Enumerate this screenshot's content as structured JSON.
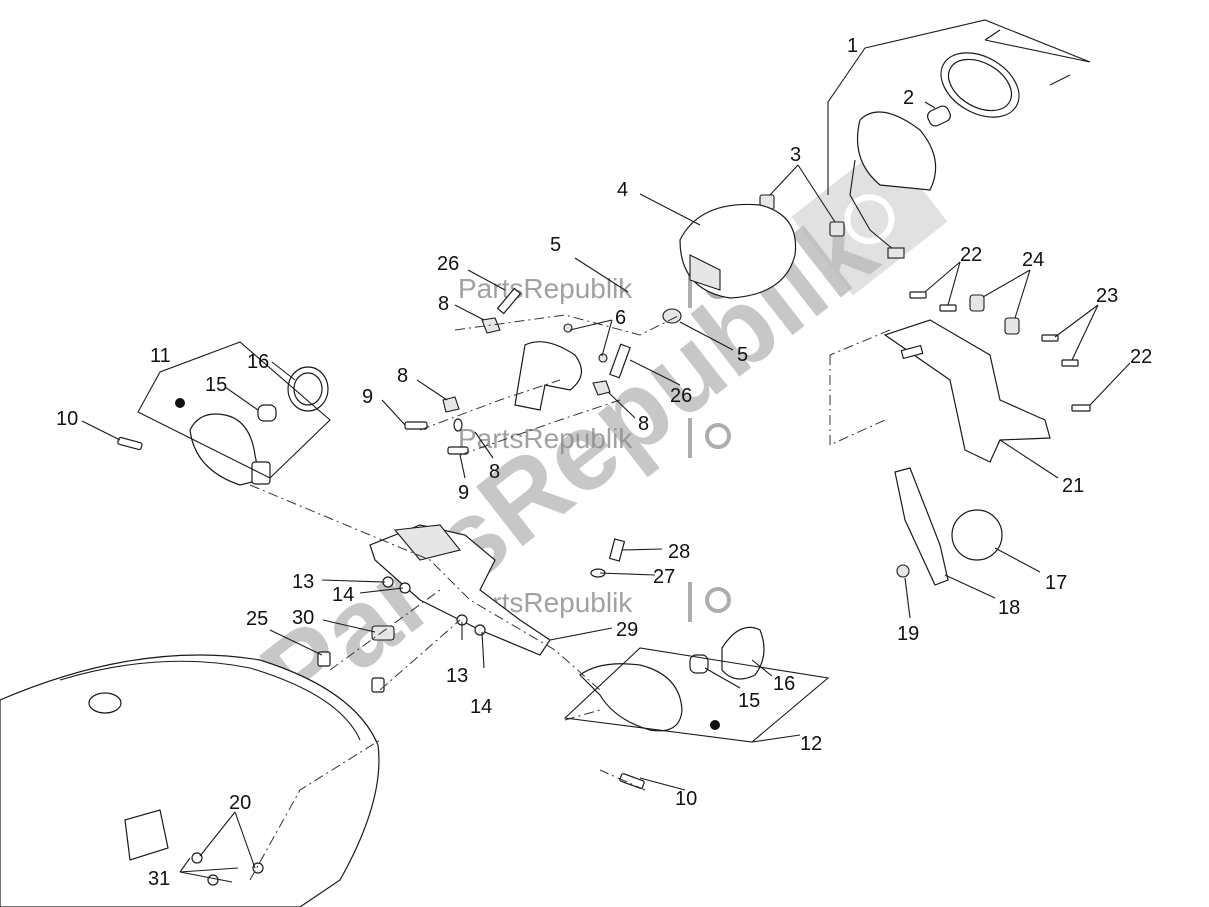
{
  "watermark": {
    "large_text": "PartsRepublik",
    "badge_texts": [
      "PartsRepublik",
      "PartsRepublik",
      "PartsRepublik"
    ],
    "color": "#9a9a9a"
  },
  "callouts": {
    "n1": "1",
    "n2": "2",
    "n3": "3",
    "n4": "4",
    "n5a": "5",
    "n5b": "5",
    "n6": "6",
    "n8a": "8",
    "n8b": "8",
    "n8c": "8",
    "n8d": "8",
    "n9a": "9",
    "n9b": "9",
    "n10a": "10",
    "n10b": "10",
    "n11": "11",
    "n12": "12",
    "n13a": "13",
    "n13b": "13",
    "n14a": "14",
    "n14b": "14",
    "n15a": "15",
    "n15b": "15",
    "n16a": "16",
    "n16b": "16",
    "n17": "17",
    "n18": "18",
    "n19": "19",
    "n20": "20",
    "n21": "21",
    "n22a": "22",
    "n22b": "22",
    "n23": "23",
    "n24": "24",
    "n25": "25",
    "n26a": "26",
    "n26b": "26",
    "n27": "27",
    "n28": "28",
    "n29": "29",
    "n30": "30",
    "n31": "31"
  }
}
